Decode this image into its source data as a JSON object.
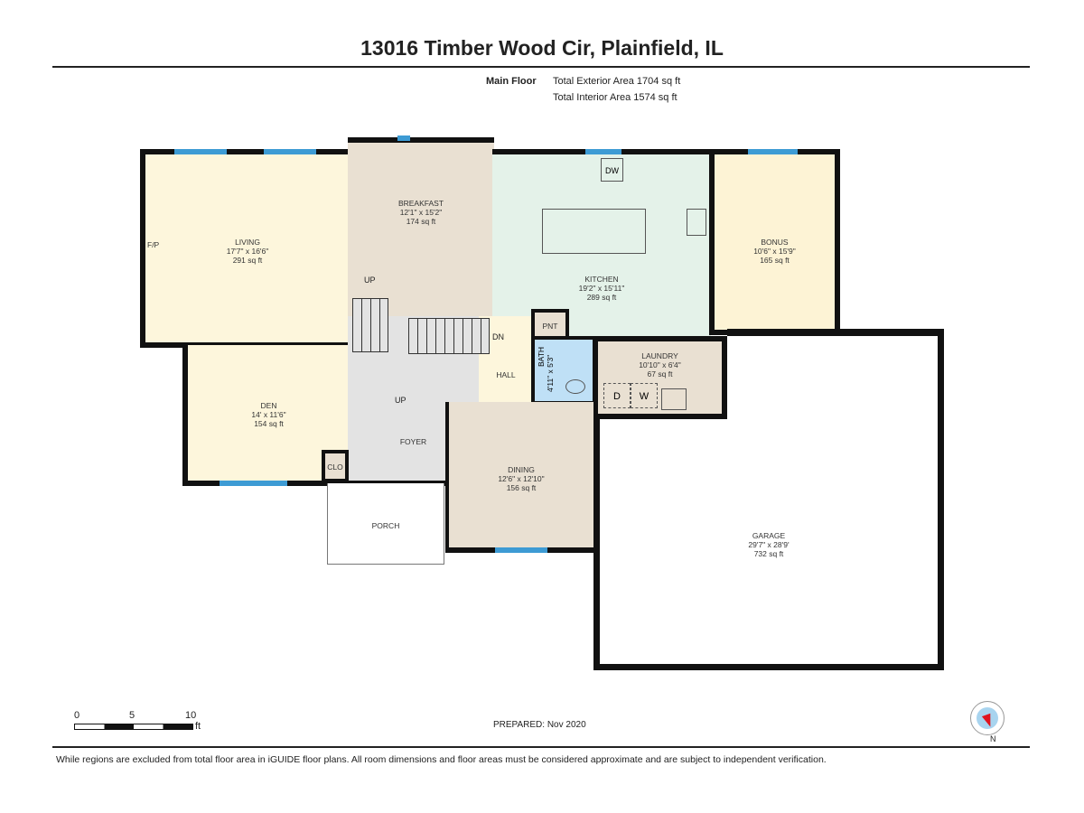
{
  "header": {
    "title": "13016 Timber Wood Cir, Plainfield, IL",
    "floor": "Main Floor",
    "exterior_area": "Total Exterior Area 1704 sq ft",
    "interior_area": "Total Interior Area 1574 sq ft"
  },
  "rooms": {
    "living": {
      "name": "LIVING",
      "dims": "17'7\" x 16'6\"",
      "area": "291 sq ft"
    },
    "breakfast": {
      "name": "BREAKFAST",
      "dims": "12'1\" x 15'2\"",
      "area": "174 sq ft"
    },
    "kitchen": {
      "name": "KITCHEN",
      "dims": "19'2\" x 15'11\"",
      "area": "289 sq ft"
    },
    "bonus": {
      "name": "BONUS",
      "dims": "10'6\" x 15'9\"",
      "area": "165 sq ft"
    },
    "den": {
      "name": "DEN",
      "dims": "14' x 11'6\"",
      "area": "154 sq ft"
    },
    "laundry": {
      "name": "LAUNDRY",
      "dims": "10'10\" x 6'4\"",
      "area": "67 sq ft"
    },
    "bath": {
      "name": "BATH",
      "dims": "4'11\" x 5'3\""
    },
    "dining": {
      "name": "DINING",
      "dims": "12'6\" x 12'10\"",
      "area": "156 sq ft"
    },
    "garage": {
      "name": "GARAGE",
      "dims": "29'7\" x 28'9'",
      "area": "732 sq ft"
    },
    "foyer": {
      "name": "FOYER"
    },
    "hall": {
      "name": "HALL"
    },
    "porch": {
      "name": "PORCH"
    },
    "closet": {
      "name": "CLO"
    },
    "pantry": {
      "name": "PNT"
    }
  },
  "labels": {
    "fireplace": "F/P",
    "up1": "UP",
    "up2": "UP",
    "down": "DN",
    "dishwasher": "DW",
    "dryer": "D",
    "washer": "W"
  },
  "scale": {
    "ticks": [
      "0",
      "5",
      "10"
    ],
    "unit": "ft"
  },
  "footer": {
    "prepared": "PREPARED: Nov 2020",
    "compass_north": "N",
    "disclaimer": "While regions are excluded from total floor area in iGUIDE floor plans. All room dimensions and floor areas must be considered approximate and are subject to independent verification."
  }
}
